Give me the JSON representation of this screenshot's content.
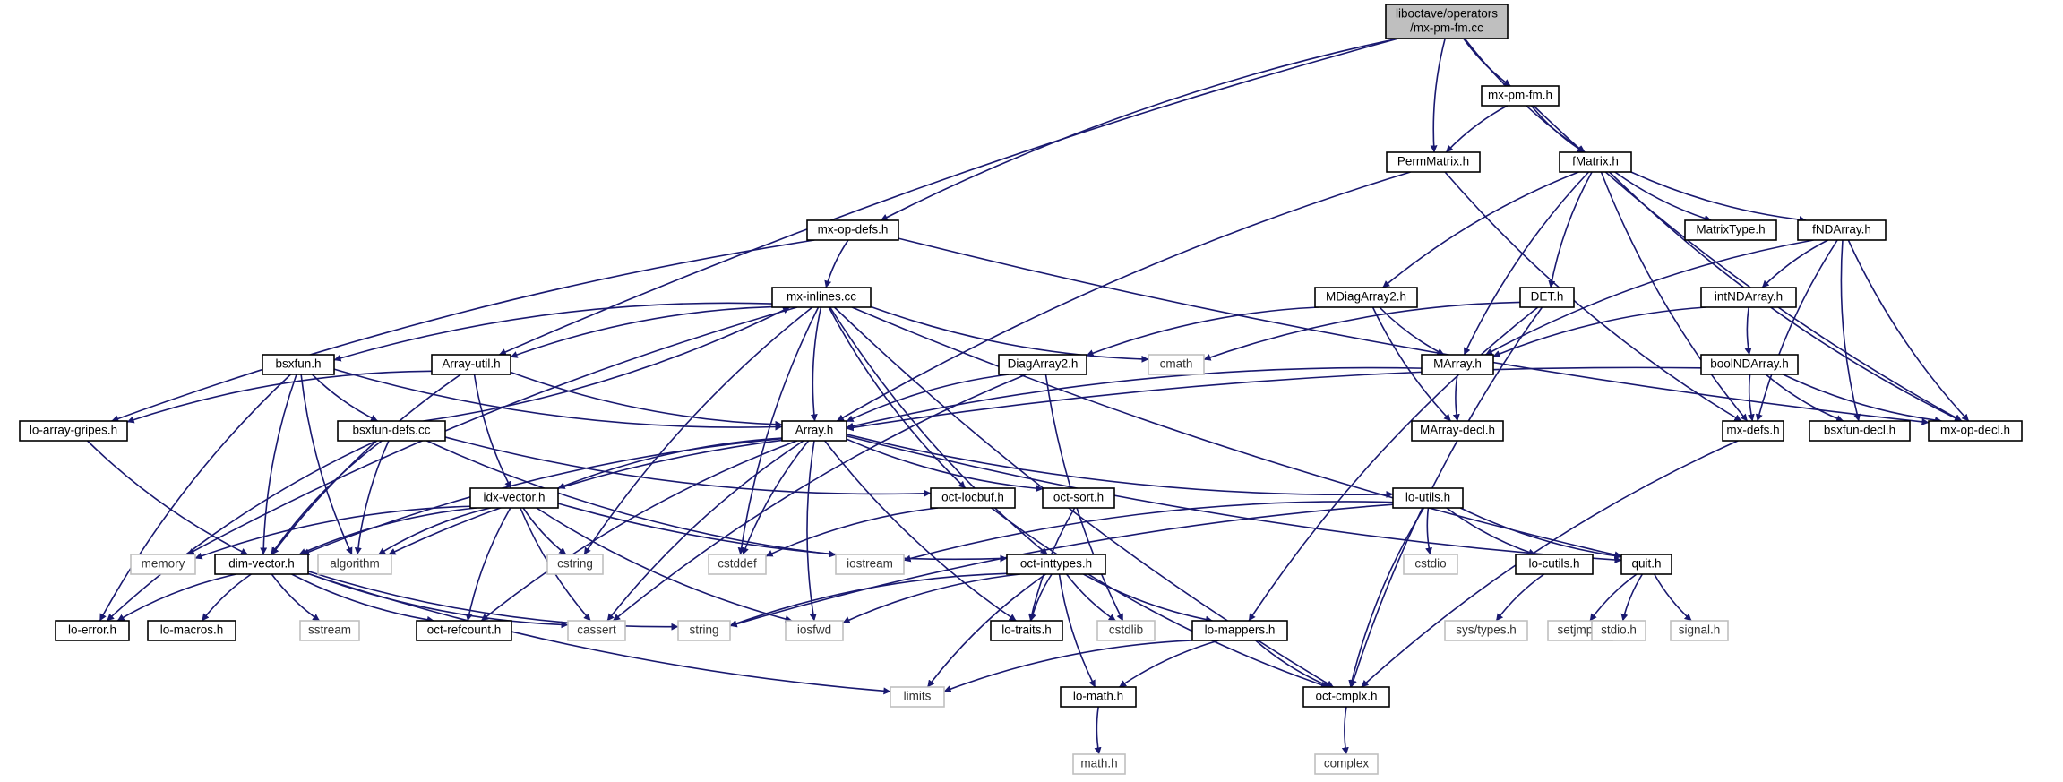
{
  "colors": {
    "edge": "#191970",
    "node_border": "#000000",
    "external_border": "#bfbfbf",
    "root_fill": "#bfbfbf",
    "node_fill": "#ffffff",
    "text": "#000000",
    "external_text": "#333333"
  },
  "nodes": [
    {
      "id": "root",
      "label": "liboctave/operators\n/mx-pm-fm.cc",
      "type": "root"
    },
    {
      "id": "mx_pm_fm_h",
      "label": "mx-pm-fm.h",
      "type": "file"
    },
    {
      "id": "permmatrix",
      "label": "PermMatrix.h",
      "type": "file"
    },
    {
      "id": "fmatrix",
      "label": "fMatrix.h",
      "type": "file"
    },
    {
      "id": "mx_op_defs",
      "label": "mx-op-defs.h",
      "type": "file"
    },
    {
      "id": "matrixtype",
      "label": "MatrixType.h",
      "type": "file"
    },
    {
      "id": "fndarray",
      "label": "fNDArray.h",
      "type": "file"
    },
    {
      "id": "mx_inlines",
      "label": "mx-inlines.cc",
      "type": "file"
    },
    {
      "id": "mdiagarray2",
      "label": "MDiagArray2.h",
      "type": "file"
    },
    {
      "id": "det",
      "label": "DET.h",
      "type": "file"
    },
    {
      "id": "intndarray",
      "label": "intNDArray.h",
      "type": "file"
    },
    {
      "id": "bsxfun",
      "label": "bsxfun.h",
      "type": "file"
    },
    {
      "id": "array_util",
      "label": "Array-util.h",
      "type": "file"
    },
    {
      "id": "cmath",
      "label": "cmath",
      "type": "external"
    },
    {
      "id": "diagarray2",
      "label": "DiagArray2.h",
      "type": "file"
    },
    {
      "id": "marray",
      "label": "MArray.h",
      "type": "file"
    },
    {
      "id": "boolndarray",
      "label": "boolNDArray.h",
      "type": "file"
    },
    {
      "id": "lo_array_gripes",
      "label": "lo-array-gripes.h",
      "type": "file"
    },
    {
      "id": "bsxfun_defs",
      "label": "bsxfun-defs.cc",
      "type": "file"
    },
    {
      "id": "array",
      "label": "Array.h",
      "type": "file"
    },
    {
      "id": "marray_decl",
      "label": "MArray-decl.h",
      "type": "file"
    },
    {
      "id": "mx_defs",
      "label": "mx-defs.h",
      "type": "file"
    },
    {
      "id": "bsxfun_decl",
      "label": "bsxfun-decl.h",
      "type": "file"
    },
    {
      "id": "mx_op_decl",
      "label": "mx-op-decl.h",
      "type": "file"
    },
    {
      "id": "idx_vector",
      "label": "idx-vector.h",
      "type": "file"
    },
    {
      "id": "oct_locbuf",
      "label": "oct-locbuf.h",
      "type": "file"
    },
    {
      "id": "oct_sort",
      "label": "oct-sort.h",
      "type": "file"
    },
    {
      "id": "lo_utils",
      "label": "lo-utils.h",
      "type": "file"
    },
    {
      "id": "memory",
      "label": "memory",
      "type": "external"
    },
    {
      "id": "dim_vector",
      "label": "dim-vector.h",
      "type": "file"
    },
    {
      "id": "algorithm",
      "label": "algorithm",
      "type": "external"
    },
    {
      "id": "cstring",
      "label": "cstring",
      "type": "external"
    },
    {
      "id": "cstddef",
      "label": "cstddef",
      "type": "external"
    },
    {
      "id": "iostream",
      "label": "iostream",
      "type": "external"
    },
    {
      "id": "oct_inttypes",
      "label": "oct-inttypes.h",
      "type": "file"
    },
    {
      "id": "cstdio",
      "label": "cstdio",
      "type": "external"
    },
    {
      "id": "lo_cutils",
      "label": "lo-cutils.h",
      "type": "file"
    },
    {
      "id": "quit",
      "label": "quit.h",
      "type": "file"
    },
    {
      "id": "lo_error",
      "label": "lo-error.h",
      "type": "file"
    },
    {
      "id": "lo_macros",
      "label": "lo-macros.h",
      "type": "file"
    },
    {
      "id": "sstream",
      "label": "sstream",
      "type": "external"
    },
    {
      "id": "oct_refcount",
      "label": "oct-refcount.h",
      "type": "file"
    },
    {
      "id": "cassert",
      "label": "cassert",
      "type": "external"
    },
    {
      "id": "string",
      "label": "string",
      "type": "external"
    },
    {
      "id": "iosfwd",
      "label": "iosfwd",
      "type": "external"
    },
    {
      "id": "lo_traits",
      "label": "lo-traits.h",
      "type": "file"
    },
    {
      "id": "cstdlib",
      "label": "cstdlib",
      "type": "external"
    },
    {
      "id": "lo_mappers",
      "label": "lo-mappers.h",
      "type": "file"
    },
    {
      "id": "sys_types",
      "label": "sys/types.h",
      "type": "external"
    },
    {
      "id": "setjmp",
      "label": "setjmp.h",
      "type": "external"
    },
    {
      "id": "stdio",
      "label": "stdio.h",
      "type": "external"
    },
    {
      "id": "signal",
      "label": "signal.h",
      "type": "external"
    },
    {
      "id": "limits",
      "label": "limits",
      "type": "external"
    },
    {
      "id": "lo_math",
      "label": "lo-math.h",
      "type": "file"
    },
    {
      "id": "oct_cmplx",
      "label": "oct-cmplx.h",
      "type": "file"
    },
    {
      "id": "math",
      "label": "math.h",
      "type": "external"
    },
    {
      "id": "complex",
      "label": "complex",
      "type": "external"
    }
  ],
  "edges": [
    [
      "root",
      "mx_pm_fm_h"
    ],
    [
      "root",
      "permmatrix"
    ],
    [
      "root",
      "fmatrix"
    ],
    [
      "root",
      "mx_op_defs"
    ],
    [
      "root",
      "array_util"
    ],
    [
      "mx_pm_fm_h",
      "permmatrix"
    ],
    [
      "mx_pm_fm_h",
      "fmatrix"
    ],
    [
      "mx_pm_fm_h",
      "mx_op_decl"
    ],
    [
      "permmatrix",
      "array"
    ],
    [
      "permmatrix",
      "mx_defs"
    ],
    [
      "fmatrix",
      "matrixtype"
    ],
    [
      "fmatrix",
      "fndarray"
    ],
    [
      "fmatrix",
      "mdiagarray2"
    ],
    [
      "fmatrix",
      "det"
    ],
    [
      "fmatrix",
      "marray"
    ],
    [
      "fmatrix",
      "mx_defs"
    ],
    [
      "fmatrix",
      "mx_op_decl"
    ],
    [
      "mx_op_defs",
      "mx_inlines"
    ],
    [
      "mx_op_defs",
      "lo_array_gripes"
    ],
    [
      "mx_op_defs",
      "mx_op_decl"
    ],
    [
      "fndarray",
      "intndarray"
    ],
    [
      "fndarray",
      "marray"
    ],
    [
      "fndarray",
      "mx_defs"
    ],
    [
      "fndarray",
      "bsxfun_decl"
    ],
    [
      "fndarray",
      "mx_op_decl"
    ],
    [
      "mx_inlines",
      "bsxfun"
    ],
    [
      "mx_inlines",
      "array_util"
    ],
    [
      "mx_inlines",
      "cmath"
    ],
    [
      "mx_inlines",
      "array"
    ],
    [
      "mx_inlines",
      "memory"
    ],
    [
      "mx_inlines",
      "cstring"
    ],
    [
      "mx_inlines",
      "cstddef"
    ],
    [
      "mx_inlines",
      "oct_locbuf"
    ],
    [
      "mx_inlines",
      "oct_inttypes"
    ],
    [
      "mx_inlines",
      "quit"
    ],
    [
      "mx_inlines",
      "oct_cmplx"
    ],
    [
      "mdiagarray2",
      "diagarray2"
    ],
    [
      "mdiagarray2",
      "marray"
    ],
    [
      "mdiagarray2",
      "marray_decl"
    ],
    [
      "det",
      "cmath"
    ],
    [
      "det",
      "lo_mappers"
    ],
    [
      "det",
      "oct_cmplx"
    ],
    [
      "intndarray",
      "marray"
    ],
    [
      "intndarray",
      "boolndarray"
    ],
    [
      "bsxfun",
      "array"
    ],
    [
      "bsxfun",
      "bsxfun_defs"
    ],
    [
      "bsxfun",
      "algorithm"
    ],
    [
      "bsxfun",
      "dim_vector"
    ],
    [
      "bsxfun",
      "lo_error"
    ],
    [
      "array_util",
      "array"
    ],
    [
      "array_util",
      "dim_vector"
    ],
    [
      "array_util",
      "idx_vector"
    ],
    [
      "array_util",
      "lo_array_gripes"
    ],
    [
      "diagarray2",
      "array"
    ],
    [
      "diagarray2",
      "cassert"
    ],
    [
      "diagarray2",
      "cstdlib"
    ],
    [
      "marray",
      "array"
    ],
    [
      "marray",
      "marray_decl"
    ],
    [
      "boolndarray",
      "array"
    ],
    [
      "boolndarray",
      "mx_defs"
    ],
    [
      "boolndarray",
      "bsxfun_decl"
    ],
    [
      "boolndarray",
      "mx_op_decl"
    ],
    [
      "lo_array_gripes",
      "dim_vector"
    ],
    [
      "bsxfun_defs",
      "mx_inlines"
    ],
    [
      "bsxfun_defs",
      "dim_vector"
    ],
    [
      "bsxfun_defs",
      "algorithm"
    ],
    [
      "bsxfun_defs",
      "oct_locbuf"
    ],
    [
      "bsxfun_defs",
      "iostream"
    ],
    [
      "bsxfun_defs",
      "lo_error"
    ],
    [
      "array",
      "idx_vector"
    ],
    [
      "array",
      "dim_vector"
    ],
    [
      "array",
      "algorithm"
    ],
    [
      "array",
      "cstddef"
    ],
    [
      "array",
      "cassert"
    ],
    [
      "array",
      "iosfwd"
    ],
    [
      "array",
      "oct_refcount"
    ],
    [
      "array",
      "oct_sort"
    ],
    [
      "array",
      "lo_utils"
    ],
    [
      "array",
      "quit"
    ],
    [
      "array",
      "lo_traits"
    ],
    [
      "mx_defs",
      "oct_cmplx"
    ],
    [
      "idx_vector",
      "dim_vector"
    ],
    [
      "idx_vector",
      "memory"
    ],
    [
      "idx_vector",
      "algorithm"
    ],
    [
      "idx_vector",
      "cstring"
    ],
    [
      "idx_vector",
      "oct_inttypes"
    ],
    [
      "idx_vector",
      "cassert"
    ],
    [
      "idx_vector",
      "iosfwd"
    ],
    [
      "idx_vector",
      "oct_refcount"
    ],
    [
      "oct_locbuf",
      "cstddef"
    ],
    [
      "oct_locbuf",
      "oct_cmplx"
    ],
    [
      "oct_sort",
      "lo_traits"
    ],
    [
      "lo_utils",
      "cstdio"
    ],
    [
      "lo_utils",
      "iostream"
    ],
    [
      "lo_utils",
      "string"
    ],
    [
      "lo_utils",
      "lo_cutils"
    ],
    [
      "lo_utils",
      "quit"
    ],
    [
      "lo_utils",
      "oct_cmplx"
    ],
    [
      "dim_vector",
      "lo_error"
    ],
    [
      "dim_vector",
      "lo_macros"
    ],
    [
      "dim_vector",
      "sstream"
    ],
    [
      "dim_vector",
      "oct_refcount"
    ],
    [
      "dim_vector",
      "cassert"
    ],
    [
      "dim_vector",
      "string"
    ],
    [
      "dim_vector",
      "limits"
    ],
    [
      "oct_inttypes",
      "lo_traits"
    ],
    [
      "oct_inttypes",
      "cstdlib"
    ],
    [
      "oct_inttypes",
      "lo_mappers"
    ],
    [
      "oct_inttypes",
      "lo_math"
    ],
    [
      "oct_inttypes",
      "limits"
    ],
    [
      "oct_inttypes",
      "iosfwd"
    ],
    [
      "oct_inttypes",
      "string"
    ],
    [
      "lo_cutils",
      "sys_types"
    ],
    [
      "quit",
      "setjmp"
    ],
    [
      "quit",
      "stdio"
    ],
    [
      "quit",
      "signal"
    ],
    [
      "lo_mappers",
      "limits"
    ],
    [
      "lo_mappers",
      "lo_math"
    ],
    [
      "lo_mappers",
      "oct_cmplx"
    ],
    [
      "lo_math",
      "math"
    ],
    [
      "oct_cmplx",
      "complex"
    ]
  ]
}
